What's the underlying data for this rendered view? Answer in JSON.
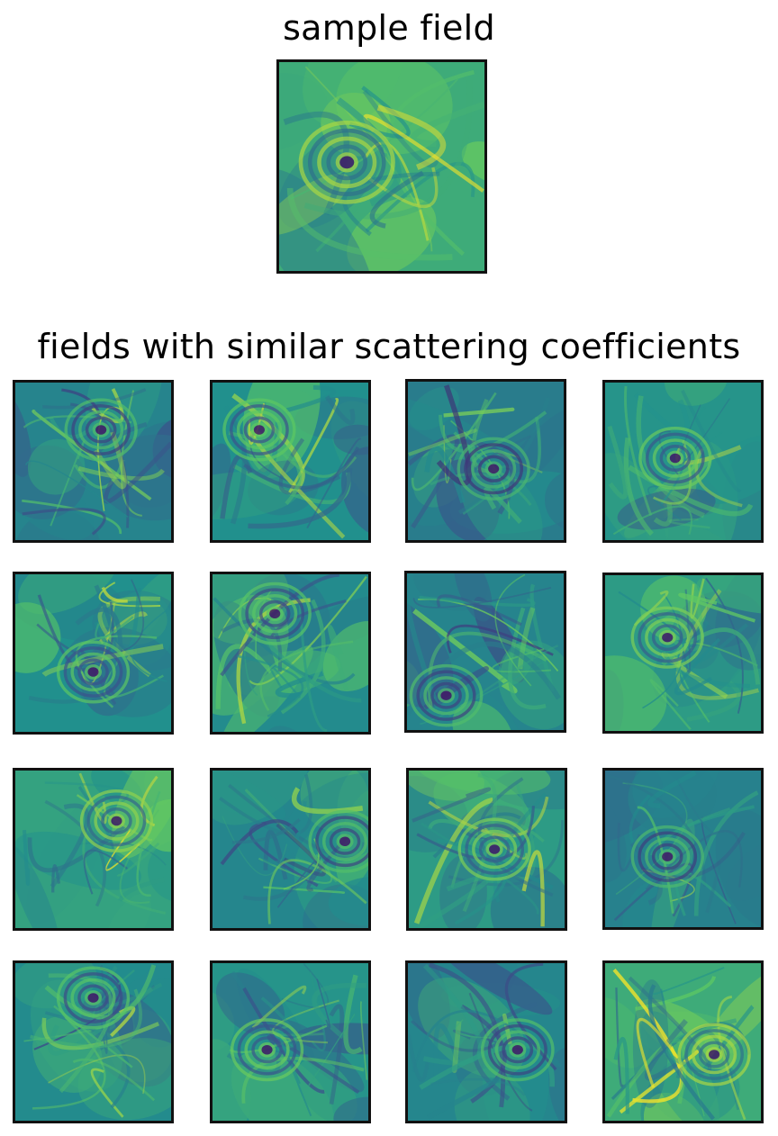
{
  "sample_title": "sample field",
  "similar_title": "fields with similar scattering coefficients",
  "colormap": [
    "#440154",
    "#3b528b",
    "#21908d",
    "#5dc863",
    "#fde725"
  ],
  "sample_field": {
    "seed": 7,
    "vortex": [
      0.33,
      0.48
    ],
    "base": 0.62
  },
  "similar_fields": [
    {
      "seed": 11,
      "vortex": [
        0.55,
        0.3
      ],
      "base": 0.45
    },
    {
      "seed": 12,
      "vortex": [
        0.3,
        0.3
      ],
      "base": 0.5
    },
    {
      "seed": 13,
      "vortex": [
        0.55,
        0.55
      ],
      "base": 0.42
    },
    {
      "seed": 14,
      "vortex": [
        0.45,
        0.48
      ],
      "base": 0.52
    },
    {
      "seed": 21,
      "vortex": [
        0.5,
        0.62
      ],
      "base": 0.5
    },
    {
      "seed": 22,
      "vortex": [
        0.4,
        0.25
      ],
      "base": 0.48
    },
    {
      "seed": 23,
      "vortex": [
        0.25,
        0.78
      ],
      "base": 0.45
    },
    {
      "seed": 24,
      "vortex": [
        0.4,
        0.4
      ],
      "base": 0.55
    },
    {
      "seed": 31,
      "vortex": [
        0.65,
        0.32
      ],
      "base": 0.58
    },
    {
      "seed": 32,
      "vortex": [
        0.85,
        0.45
      ],
      "base": 0.46
    },
    {
      "seed": 33,
      "vortex": [
        0.55,
        0.5
      ],
      "base": 0.55
    },
    {
      "seed": 34,
      "vortex": [
        0.4,
        0.55
      ],
      "base": 0.44
    },
    {
      "seed": 41,
      "vortex": [
        0.5,
        0.22
      ],
      "base": 0.48
    },
    {
      "seed": 42,
      "vortex": [
        0.35,
        0.55
      ],
      "base": 0.52
    },
    {
      "seed": 43,
      "vortex": [
        0.7,
        0.55
      ],
      "base": 0.46
    },
    {
      "seed": 44,
      "vortex": [
        0.7,
        0.58
      ],
      "base": 0.62
    }
  ]
}
